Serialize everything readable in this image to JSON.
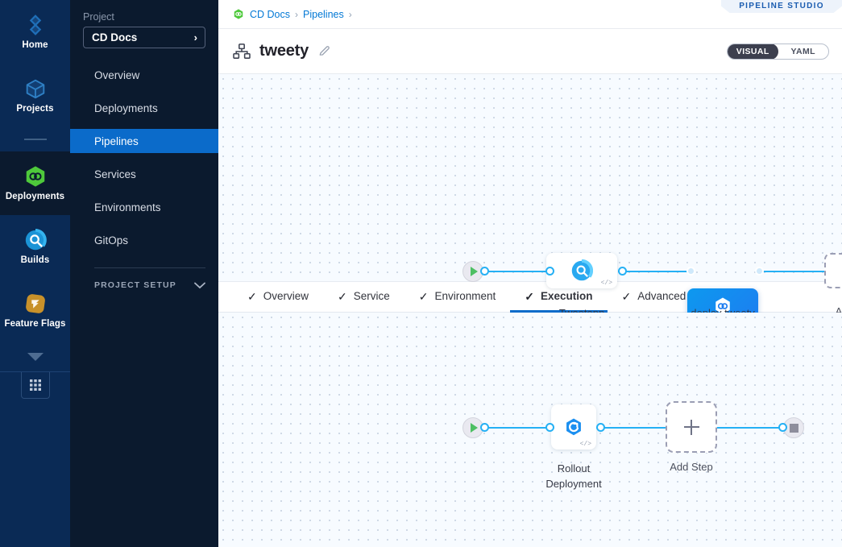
{
  "rail": {
    "items": [
      {
        "label": "Home",
        "icon": "home-diamond-icon",
        "active": false
      },
      {
        "label": "Projects",
        "icon": "cube-icon",
        "active": false
      },
      {
        "label": "Deployments",
        "icon": "cd-hexagon-icon",
        "active": true
      },
      {
        "label": "Builds",
        "icon": "builds-magnifier-icon",
        "active": false
      },
      {
        "label": "Feature Flags",
        "icon": "feature-flags-icon",
        "active": false
      }
    ],
    "more_icon": "chevron-down-icon",
    "grid_icon": "grid-apps-icon"
  },
  "sidebar": {
    "section_label": "Project",
    "project_name": "CD Docs",
    "project_chevron": "›",
    "items": [
      {
        "label": "Overview",
        "active": false
      },
      {
        "label": "Deployments",
        "active": false
      },
      {
        "label": "Pipelines",
        "active": true
      },
      {
        "label": "Services",
        "active": false
      },
      {
        "label": "Environments",
        "active": false
      },
      {
        "label": "GitOps",
        "active": false
      }
    ],
    "setup_label": "PROJECT SETUP",
    "setup_chevron_icon": "chevron-down-icon"
  },
  "header": {
    "badge": "PIPELINE STUDIO",
    "breadcrumb": [
      {
        "label": "CD Docs",
        "icon": "cd-hexagon-icon"
      },
      {
        "label": "Pipelines",
        "icon": ""
      }
    ],
    "breadcrumb_separator": "›",
    "title": "tweety",
    "title_icon": "pipeline-hierarchy-icon",
    "edit_icon": "pencil-icon",
    "view_toggle": {
      "selected": "VISUAL",
      "options": [
        "VISUAL",
        "YAML"
      ]
    }
  },
  "stage_graph": {
    "start_icon": "play-icon",
    "end_icon": "stop-icon",
    "stages": [
      {
        "label": "Tweetapp",
        "icon": "build-stage-icon",
        "selected": false,
        "code_tag": "</>"
      },
      {
        "label": "deploy tweety",
        "icon": "deploy-stage-icon",
        "selected": true,
        "code_tag": "</>"
      }
    ],
    "add_label": "Add Stage",
    "add_icon": "plus-icon"
  },
  "tabs": [
    {
      "label": "Overview",
      "checked": true,
      "active": false
    },
    {
      "label": "Service",
      "checked": true,
      "active": false
    },
    {
      "label": "Environment",
      "checked": true,
      "active": false
    },
    {
      "label": "Execution",
      "checked": true,
      "active": true
    },
    {
      "label": "Advanced",
      "checked": true,
      "active": false
    }
  ],
  "tab_check_glyph": "✓",
  "execution_graph": {
    "start_icon": "play-icon",
    "end_icon": "stop-icon",
    "steps": [
      {
        "label": "Rollout\nDeployment",
        "icon": "rollout-deployment-icon",
        "code_tag": "</>"
      }
    ],
    "add_label": "Add Step",
    "add_icon": "plus-icon"
  },
  "colors": {
    "accent_blue": "#0b6bca",
    "edge_blue": "#25b0f4",
    "nav_bg": "#0b1a2e",
    "rail_bg": "#0a2a55",
    "cd_green": "#4ec93b"
  }
}
